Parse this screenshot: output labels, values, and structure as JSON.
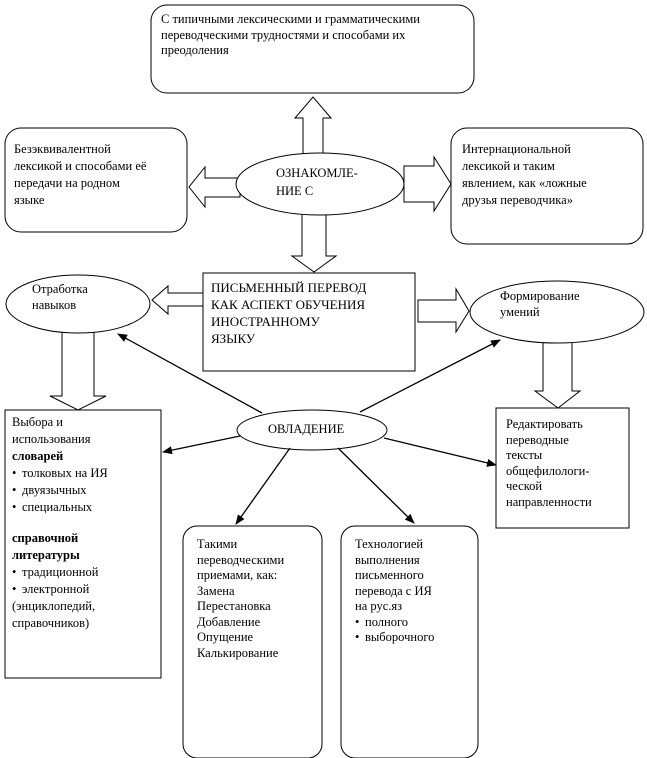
{
  "nodes": {
    "top": [
      "С типичными лексическими и грамматическими",
      "переводческими трудностями и способами их",
      "преодоления"
    ],
    "left": [
      "Безэквивалентной",
      "лексикой и способами её",
      "передачи на родном",
      "языке"
    ],
    "right": [
      "Интернациональной",
      "лексикой и таким",
      "явлением, как «ложные",
      "друзья переводчика»"
    ],
    "ozn": [
      "ОЗНАКОМЛЕ-",
      "НИЕ С"
    ],
    "center": [
      "ПИСЬМЕННЫЙ ПЕРЕВОД",
      "КАК АСПЕКТ ОБУЧЕНИЯ",
      "ИНОСТРАННОМУ",
      "ЯЗЫКУ"
    ],
    "otrab": [
      "Отработка",
      "навыков"
    ],
    "form": [
      "Формирование",
      "умений"
    ],
    "ovlad": [
      "ОВЛАДЕНИЕ"
    ],
    "redakt": [
      "Редактировать",
      "переводные",
      "тексты",
      "общефилологи-",
      "ческой",
      "направленности"
    ],
    "slovari": {
      "intro": [
        "Выбора и",
        "использования"
      ],
      "slovarey": "словарей",
      "dict_items": [
        "толковых на ИЯ",
        "двуязычных",
        "специальных"
      ],
      "sprav": [
        "справочной",
        "литературы"
      ],
      "ref_items": [
        "традиционной",
        "электронной"
      ],
      "tail": [
        "(энциклопедий,",
        "справочников)"
      ]
    },
    "priemy": [
      "Такими",
      "переводческими",
      "приемами, как:",
      "Замена",
      "Перестановка",
      "Добавление",
      "Опущение",
      "Калькирование"
    ],
    "tech": {
      "lines": [
        "Технологией",
        "выполнения",
        "письменного",
        "перевода с ИЯ",
        "на рус.яз"
      ],
      "items": [
        "полного",
        "выборочного"
      ]
    }
  }
}
